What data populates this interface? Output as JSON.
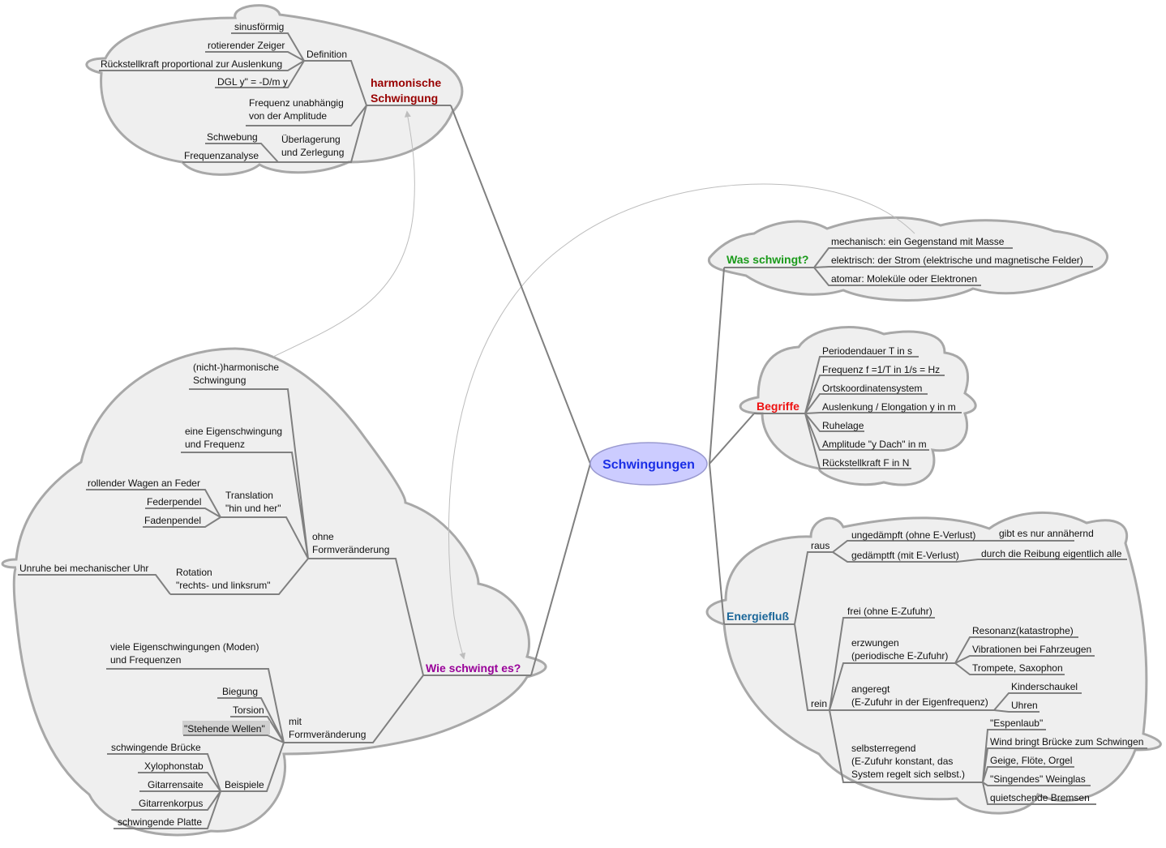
{
  "root": {
    "label": "Schwingungen",
    "fill": "#ccccff",
    "text_color": "#1a2ee6"
  },
  "branches": {
    "harmonisch": {
      "label_lines": [
        "harmonische",
        "Schwingung"
      ],
      "color": "#990000",
      "definition": {
        "label": "Definition",
        "children": [
          "sinusförmig",
          "rotierender Zeiger",
          "Rückstellkraft proportional zur Auslenkung",
          "DGL y\" = -D/m y"
        ]
      },
      "frequenz_lines": [
        "Frequenz unabhängig",
        "von der Amplitude"
      ],
      "ueberlagerung": {
        "label_lines": [
          "Überlagerung",
          "und Zerlegung"
        ],
        "children": [
          "Schwebung",
          "Frequenzanalyse"
        ]
      }
    },
    "was": {
      "label": "Was schwingt?",
      "color": "#1a9a1a",
      "children": [
        "mechanisch: ein Gegenstand mit Masse",
        "elektrisch: der Strom (elektrische und magnetische Felder)",
        "atomar: Moleküle oder Elektronen"
      ]
    },
    "begriffe": {
      "label": "Begriffe",
      "color": "#ee1111",
      "children": [
        "Periodendauer T in s",
        "Frequenz f =1/T in 1/s = Hz",
        "Ortskoordinatensystem",
        "Auslenkung / Elongation y in m",
        "Ruhelage",
        "Amplitude \"y Dach\" in m",
        "Rückstellkraft F in N"
      ]
    },
    "energie": {
      "label": "Energiefluß",
      "color": "#1a6699",
      "raus": {
        "label": "raus",
        "ungedaempft": "ungedämpft (ohne E-Verlust)",
        "ungedaempft_note": "gibt es nur annähernd",
        "gedaempft": "gedämptft (mit E-Verlust)",
        "gedaempft_note": "durch die Reibung eigentlich alle"
      },
      "rein": {
        "label": "rein",
        "frei": "frei (ohne E-Zufuhr)",
        "erzwungen_lines": [
          "erzwungen",
          "(periodische E-Zufuhr)"
        ],
        "erzwungen_children": [
          "Resonanz(katastrophe)",
          "Vibrationen bei Fahrzeugen",
          "Trompete, Saxophon"
        ],
        "angeregt_lines": [
          "angeregt",
          "(E-Zufuhr in der Eigenfrequenz)"
        ],
        "angeregt_children": [
          "Kinderschaukel",
          "Uhren"
        ],
        "selbst_lines": [
          "selbsterregend",
          "(E-Zufuhr konstant, das",
          "System regelt sich selbst.)"
        ],
        "selbst_children": [
          "\"Espenlaub\"",
          "Wind bringt Brücke zum Schwingen",
          "Geige, Flöte, Orgel",
          "\"Singendes\" Weinglas",
          "quietschende Bremsen"
        ]
      }
    },
    "wie": {
      "label": "Wie schwingt es?",
      "color": "#990099",
      "ohne": {
        "label_lines": [
          "ohne",
          "Formveränderung"
        ],
        "nicht_harm_lines": [
          "(nicht-)harmonische",
          "Schwingung"
        ],
        "eigen_lines": [
          "eine Eigenschwingung",
          "und Frequenz"
        ],
        "translation_lines": [
          "Translation",
          "\"hin und her\""
        ],
        "translation_children": [
          "rollender Wagen an Feder",
          "Federpendel",
          "Fadenpendel"
        ],
        "rotation_lines": [
          "Rotation",
          "\"rechts- und linksrum\""
        ],
        "rotation_children": [
          "Unruhe bei mechanischer Uhr"
        ]
      },
      "mit": {
        "label_lines": [
          "mit",
          "Formveränderung"
        ],
        "viele_lines": [
          "viele Eigenschwingungen (Moden)",
          "und Frequenzen"
        ],
        "types": [
          "Biegung",
          "Torsion",
          "\"Stehende Wellen\""
        ],
        "beispiele": {
          "label": "Beispiele",
          "children": [
            "schwingende Brücke",
            "Xylophonstab",
            "Gitarrensaite",
            "Gitarrenkorpus",
            "schwingende Platte"
          ]
        }
      }
    }
  }
}
